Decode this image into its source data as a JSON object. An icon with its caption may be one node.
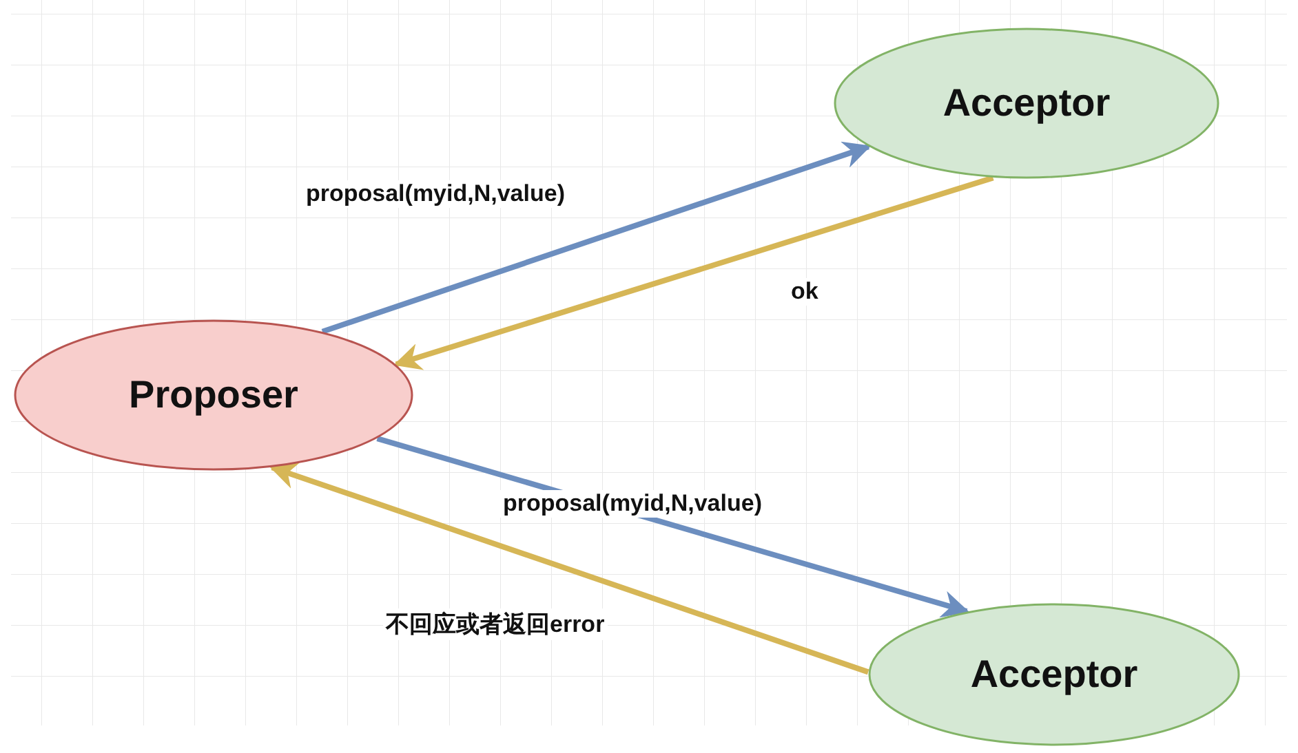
{
  "diagram": {
    "nodes": [
      {
        "text": [
          "Proposer"
        ]
      },
      {
        "text": [
          "Acceptor"
        ]
      },
      {
        "text": [
          "Acceptor"
        ]
      }
    ],
    "edges": [
      {
        "from": 0,
        "to": 1,
        "arrow": "to",
        "label": "proposal(myid,N,value)",
        "color": "#6c8ebf"
      },
      {
        "from": 1,
        "to": 0,
        "arrow": "to",
        "label": "ok",
        "color": "#d6b656"
      },
      {
        "from": 0,
        "to": 2,
        "arrow": "to",
        "label": "proposal(myid,N,value)",
        "color": "#6c8ebf"
      },
      {
        "from": 2,
        "to": 0,
        "arrow": "to",
        "label": "不回应或者返回error",
        "color": "#d6b656"
      }
    ]
  }
}
